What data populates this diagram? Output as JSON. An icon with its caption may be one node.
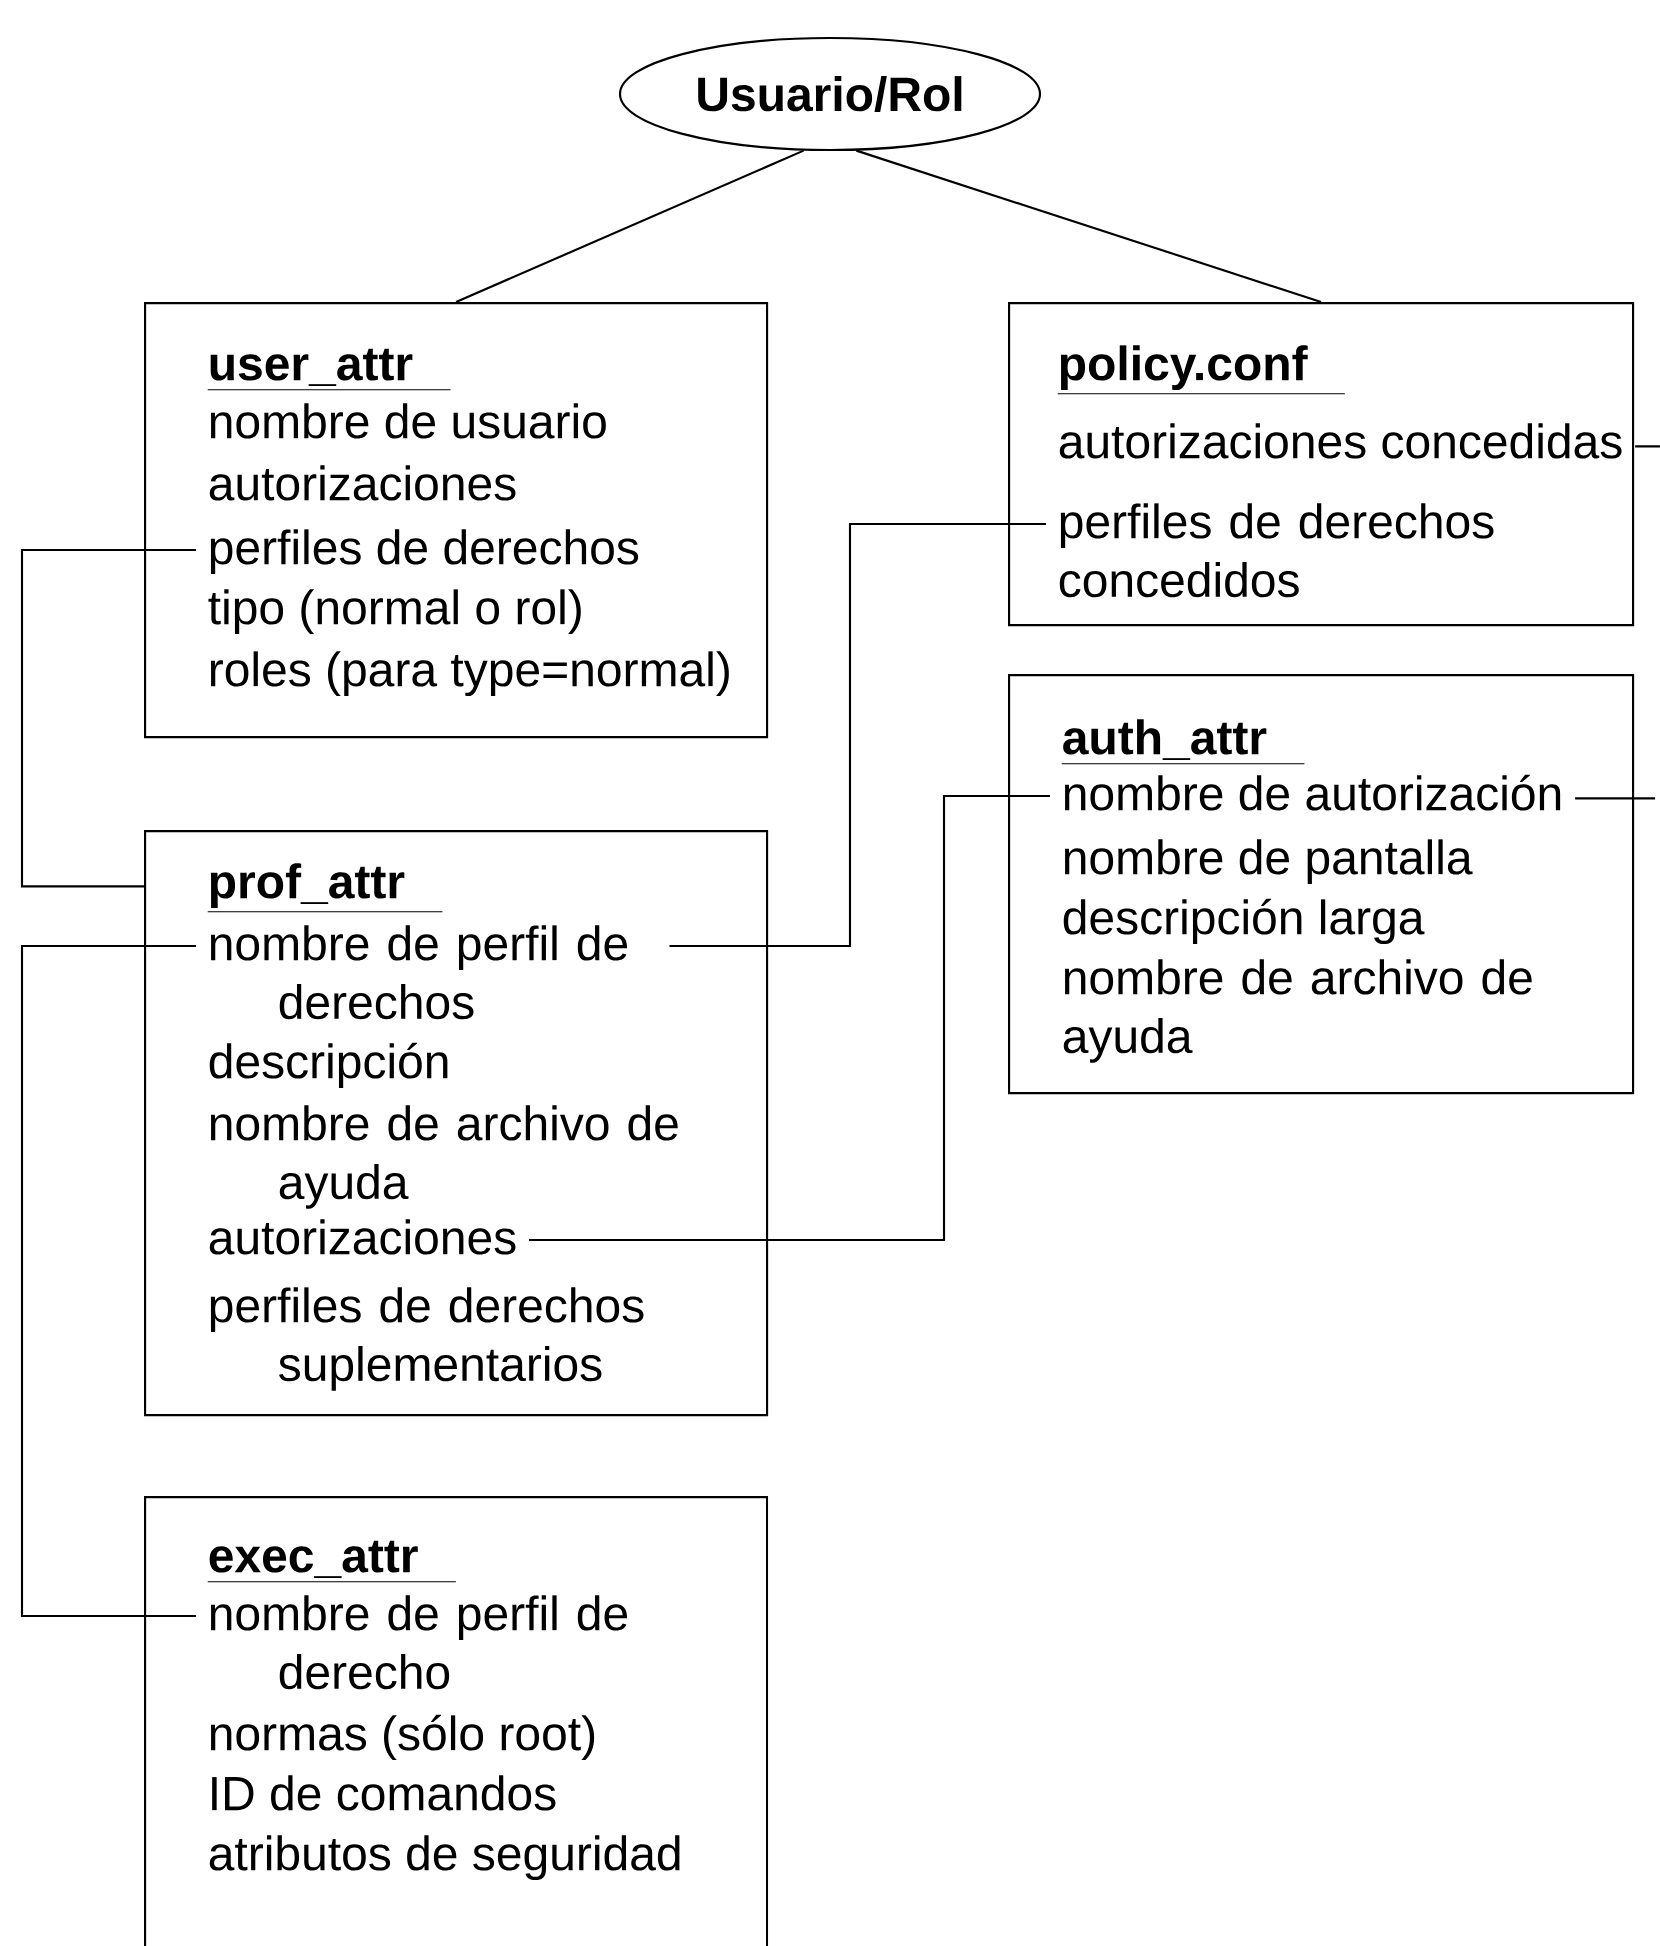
{
  "diagram": {
    "nodes": [
      {
        "text": [
          "Usuario/Rol"
        ]
      },
      {
        "text": [
          "user_attr",
          "nombre de usuario",
          "autorizaciones",
          "tipo (normal o rol)",
          "roles (para type=normal)"
        ]
      },
      {
        "text": [
          "perfiles de derechos"
        ],
        "in": 1
      },
      {
        "text": [
          "policy.conf"
        ]
      },
      {
        "text": [
          "autorizaciones concedidas"
        ],
        "in": 3
      },
      {
        "text": [
          "perfiles de derechos concedidos"
        ],
        "in": 3
      },
      {
        "text": [
          "prof_attr",
          "descripción",
          "nombre de archivo de ayuda",
          "perfiles de derechos suplementarios"
        ]
      },
      {
        "text": [
          "nombre de perfil de derechos"
        ],
        "in": 6
      },
      {
        "text": [
          "autorizaciones"
        ],
        "in": 6
      },
      {
        "text": [
          "auth_attr",
          "nombre de pantalla",
          "descripción larga",
          "nombre de archivo de ayuda"
        ]
      },
      {
        "text": [
          "nombre de autorización"
        ],
        "in": 9
      },
      {
        "text": [
          "exec_attr",
          "normas (sólo root)",
          "ID de comandos",
          "atributos de seguridad"
        ]
      },
      {
        "text": [
          "nombre de perfil de derecho"
        ],
        "in": 11
      }
    ],
    "edges": [
      {
        "from": 0,
        "to": 1,
        "arrow": "none"
      },
      {
        "from": 0,
        "to": 3,
        "arrow": "none"
      },
      {
        "from": 2,
        "to": 6,
        "arrow": "none"
      },
      {
        "from": 7,
        "to": 5,
        "arrow": "none"
      },
      {
        "from": 7,
        "to": 12,
        "arrow": "none"
      },
      {
        "from": 8,
        "to": 10,
        "arrow": "none"
      },
      {
        "from": 4,
        "to": null,
        "arrow": "none"
      },
      {
        "from": 10,
        "to": null,
        "arrow": "none"
      }
    ]
  }
}
